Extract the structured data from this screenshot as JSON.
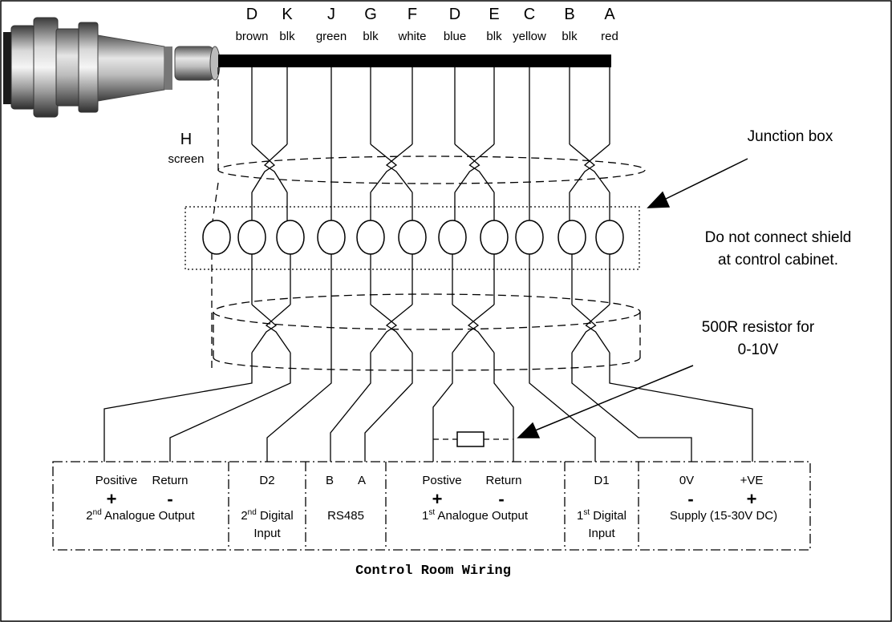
{
  "title": "Control Room Wiring",
  "screen_label": {
    "letter": "H",
    "text": "screen"
  },
  "wires": [
    {
      "letter": "D",
      "color": "brown"
    },
    {
      "letter": "K",
      "color": "blk"
    },
    {
      "letter": "J",
      "color": "green"
    },
    {
      "letter": "G",
      "color": "blk"
    },
    {
      "letter": "F",
      "color": "white"
    },
    {
      "letter": "D",
      "color": "blue"
    },
    {
      "letter": "E",
      "color": "blk"
    },
    {
      "letter": "C",
      "color": "yellow"
    },
    {
      "letter": "B",
      "color": "blk"
    },
    {
      "letter": "A",
      "color": "red"
    }
  ],
  "annotations": {
    "junction_box": "Junction box",
    "shield_note_1": "Do not connect shield",
    "shield_note_2": "at control cabinet.",
    "resistor_note_1": "500R resistor for",
    "resistor_note_2": "0-10V"
  },
  "terminals": {
    "ao2": {
      "pos": "Positive",
      "ret": "Return",
      "plus": "+",
      "minus": "-",
      "name_pre": "2",
      "name_sup": "nd",
      "name_post": " Analogue Output"
    },
    "di2": {
      "label": "D2",
      "line1_pre": "2",
      "line1_sup": "nd",
      "line1_post": " Digital",
      "line2": "Input"
    },
    "rs485": {
      "b": "B",
      "a": "A",
      "name": "RS485"
    },
    "ao1": {
      "pos": "Postive",
      "ret": "Return",
      "plus": "+",
      "minus": "-",
      "name_pre": "1",
      "name_sup": "st",
      "name_post": " Analogue Output"
    },
    "di1": {
      "label": "D1",
      "line1_pre": "1",
      "line1_sup": "st",
      "line1_post": " Digital",
      "line2": "Input"
    },
    "supply": {
      "zero": "0V",
      "plusve": "+VE",
      "minus": "-",
      "plus": "+",
      "name": "Supply (15-30V DC)"
    }
  }
}
